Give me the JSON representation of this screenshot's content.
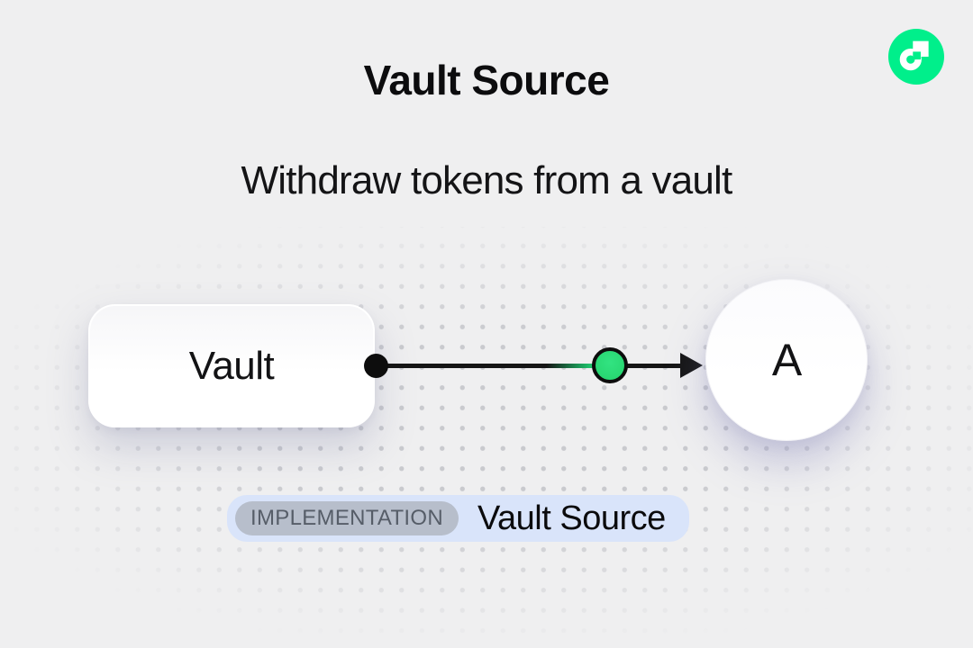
{
  "page": {
    "background_color": "#efeff0",
    "dot_grid_color": "#c9cace"
  },
  "header": {
    "title": "Vault Source",
    "subtitle": "Withdraw tokens from a vault"
  },
  "logo": {
    "name": "flow-logo",
    "brand_green": "#00ef8b"
  },
  "diagram": {
    "source_node": {
      "label": "Vault",
      "shape": "rounded-rect"
    },
    "target_node": {
      "label": "A",
      "shape": "circle"
    },
    "connector": {
      "start_dot_color": "#0d0d0d",
      "line_color": "#151515",
      "token_color": "#29d873",
      "direction": "left-to-right"
    }
  },
  "badge": {
    "tag": "IMPLEMENTATION",
    "label": "Vault Source",
    "tag_bg": "#b7becb",
    "tag_text_color": "#565d68",
    "container_bg": "#d9e4fa"
  }
}
